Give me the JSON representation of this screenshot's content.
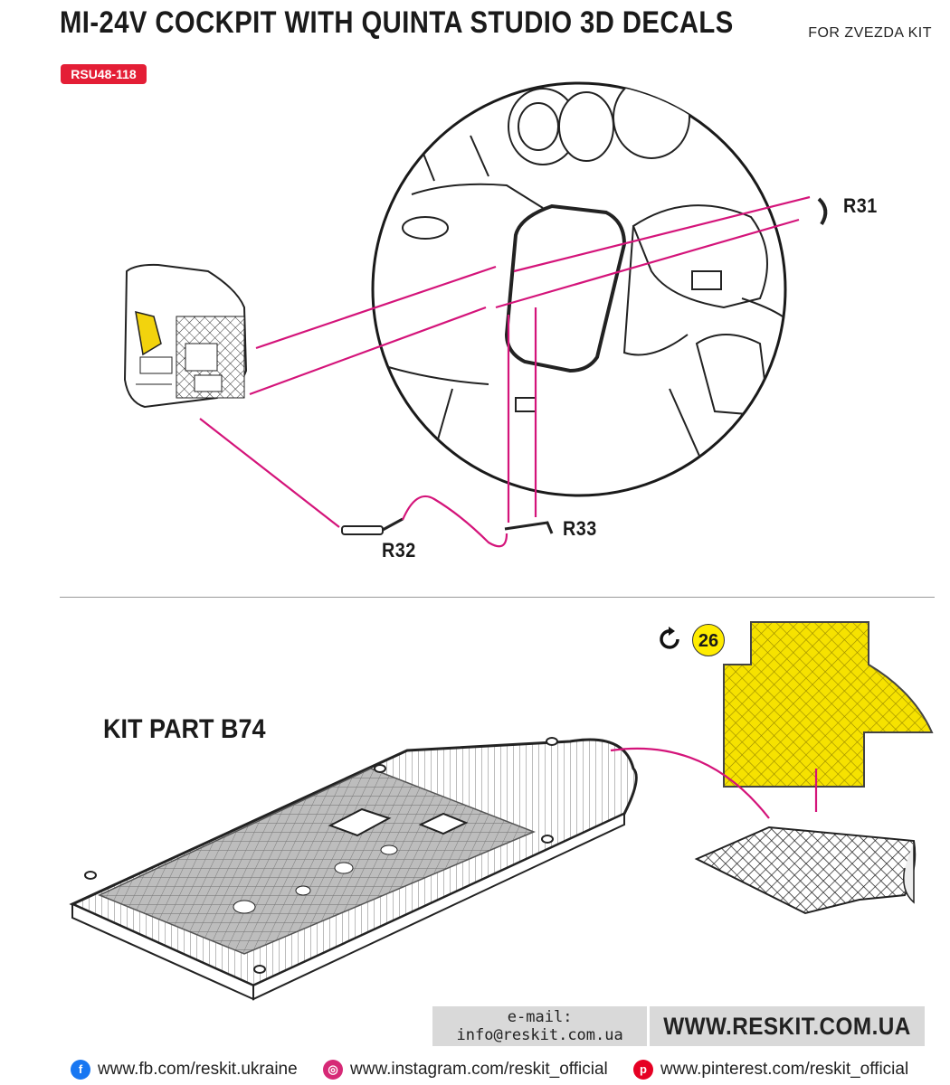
{
  "header": {
    "title": "MI-24V COCKPIT WITH QUINTA STUDIO 3D DECALS",
    "subtitle": "FOR ZVEZDA KIT",
    "code": "RSU48-118"
  },
  "parts": {
    "r31": "R31",
    "r32": "R32",
    "r33": "R33"
  },
  "section2": {
    "kit_part": "KIT PART B74",
    "step": "26",
    "rotate_icon": "rotate-arrow-icon"
  },
  "footer": {
    "email": "e-mail: info@reskit.com.ua",
    "website": "WWW.RESKIT.COM.UA",
    "facebook": "www.fb.com/reskit.ukraine",
    "instagram": "www.instagram.com/reskit_official",
    "pinterest": "www.pinterest.com/reskit_official"
  },
  "colors": {
    "accent_red": "#e41e36",
    "leader_magenta": "#d4147a",
    "decal_yellow": "#ffec00",
    "facebook_blue": "#1877f2",
    "instagram_pink": "#d62976",
    "pinterest_red": "#e60023"
  }
}
